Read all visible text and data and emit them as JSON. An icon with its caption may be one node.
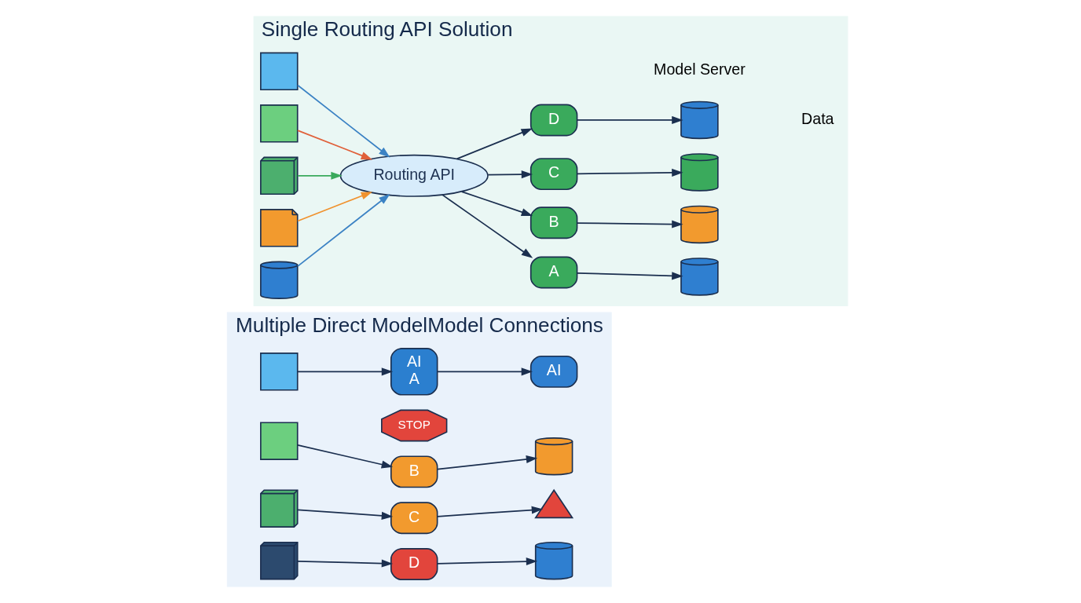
{
  "diagram": {
    "nodes": [
      {
        "text": [
          "Multiple Direct ModelModel Connections"
        ]
      },
      {
        "text": [],
        "shape": "laptop",
        "in": 0
      },
      {
        "text": [],
        "shape": "phone",
        "in": 0
      },
      {
        "text": [],
        "shape": "grid",
        "in": 0
      },
      {
        "text": [],
        "shape": "server",
        "in": 0
      },
      {
        "text": [
          "AI",
          "A"
        ],
        "in": 0
      },
      {
        "text": [
          "B"
        ],
        "in": 0
      },
      {
        "text": [
          "C"
        ],
        "in": 0
      },
      {
        "text": [
          "D"
        ],
        "in": 0
      },
      {
        "text": [
          "AI"
        ],
        "in": 0
      },
      {
        "text": [],
        "shape": "cylinder",
        "in": 0
      },
      {
        "text": [],
        "shape": "triangle",
        "in": 0
      },
      {
        "text": [],
        "shape": "cylinder",
        "in": 0
      },
      {
        "text": [
          "Single Routing API Solution"
        ]
      },
      {
        "text": [],
        "shape": "laptop",
        "in": 13
      },
      {
        "text": [],
        "shape": "phone",
        "in": 13
      },
      {
        "text": [],
        "shape": "grid",
        "in": 13
      },
      {
        "text": [],
        "shape": "document",
        "in": 13
      },
      {
        "text": [],
        "shape": "cylinder",
        "in": 13
      },
      {
        "text": [
          "Routing API"
        ],
        "in": 13
      },
      {
        "text": [
          "A"
        ],
        "in": 13
      },
      {
        "text": [
          "B"
        ],
        "in": 13
      },
      {
        "text": [
          "C"
        ],
        "in": 13
      },
      {
        "text": [
          "D"
        ],
        "in": 13
      },
      {
        "text": [],
        "shape": "cylinder",
        "in": 13
      },
      {
        "text": [],
        "shape": "cylinder",
        "in": 13
      },
      {
        "text": [],
        "shape": "cylinder",
        "in": 13
      },
      {
        "text": [],
        "shape": "cylinder",
        "in": 13
      }
    ],
    "edges": [
      {
        "from": 1,
        "to": 5,
        "arrow": "to"
      },
      {
        "from": 2,
        "to": 6,
        "arrow": "to"
      },
      {
        "from": 3,
        "to": 7,
        "arrow": "to"
      },
      {
        "from": 4,
        "to": 8,
        "arrow": "to"
      },
      {
        "from": 5,
        "to": 9,
        "arrow": "to"
      },
      {
        "from": 6,
        "to": 10,
        "arrow": "to"
      },
      {
        "from": 7,
        "to": 11,
        "arrow": "to"
      },
      {
        "from": 8,
        "to": 12,
        "arrow": "to"
      },
      {
        "from": 14,
        "to": 19,
        "arrow": "to",
        "color": "#3b82c4"
      },
      {
        "from": 15,
        "to": 19,
        "arrow": "to",
        "color": "#e0603a"
      },
      {
        "from": 16,
        "to": 19,
        "arrow": "to",
        "color": "#3aaa5c"
      },
      {
        "from": 17,
        "to": 19,
        "arrow": "to",
        "color": "#f0922e"
      },
      {
        "from": 18,
        "to": 19,
        "arrow": "to",
        "color": "#3b82c4"
      },
      {
        "from": 19,
        "to": 20,
        "arrow": "to"
      },
      {
        "from": 19,
        "to": 21,
        "arrow": "to"
      },
      {
        "from": 19,
        "to": 22,
        "arrow": "to"
      },
      {
        "from": 19,
        "to": 23,
        "arrow": "to"
      },
      {
        "from": 20,
        "to": 24,
        "arrow": "to"
      },
      {
        "from": 21,
        "to": 25,
        "arrow": "to"
      },
      {
        "from": 22,
        "to": 26,
        "arrow": "to"
      },
      {
        "from": 23,
        "to": 27,
        "arrow": "to"
      }
    ],
    "labels": [
      "STOP",
      "Model Server",
      "Data"
    ]
  }
}
